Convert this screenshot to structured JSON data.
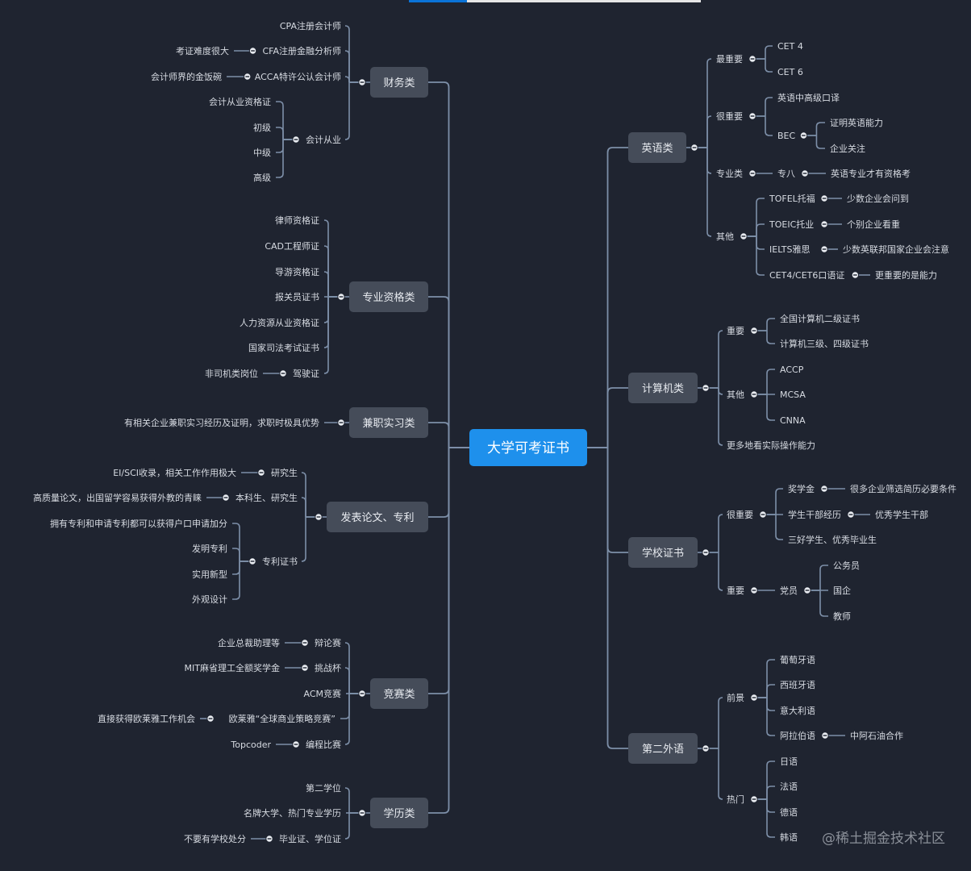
{
  "topbar": {
    "accent_color": "#0a73d8"
  },
  "watermark": "@稀土掘金技术社区",
  "colors": {
    "background": "#1f2430",
    "line": "#7d8fa8",
    "branch": "#454c59",
    "root": "#1e90ec"
  },
  "root": "大学可考证书",
  "right": [
    {
      "label": "英语类",
      "children": [
        {
          "label": "最重要",
          "children": [
            {
              "label": "CET 4"
            },
            {
              "label": "CET 6"
            }
          ]
        },
        {
          "label": "很重要",
          "children": [
            {
              "label": "英语中高级口译"
            },
            {
              "label": "BEC",
              "children": [
                {
                  "label": "证明英语能力"
                },
                {
                  "label": "企业关注"
                }
              ]
            }
          ]
        },
        {
          "label": "专业类",
          "children": [
            {
              "label": "专八",
              "children": [
                {
                  "label": "英语专业才有资格考"
                }
              ]
            }
          ]
        },
        {
          "label": "其他",
          "children": [
            {
              "label": "TOFEL托福",
              "children": [
                {
                  "label": "少数企业会问到"
                }
              ]
            },
            {
              "label": "TOEIC托业",
              "children": [
                {
                  "label": "个别企业看重"
                }
              ]
            },
            {
              "label": "IELTS雅思",
              "children": [
                {
                  "label": "少数英联邦国家企业会注意"
                }
              ]
            },
            {
              "label": "CET4/CET6口语证",
              "children": [
                {
                  "label": "更重要的是能力"
                }
              ]
            }
          ]
        }
      ]
    },
    {
      "label": "计算机类",
      "children": [
        {
          "label": "重要",
          "children": [
            {
              "label": "全国计算机二级证书"
            },
            {
              "label": "计算机三级、四级证书"
            }
          ]
        },
        {
          "label": "其他",
          "children": [
            {
              "label": "ACCP"
            },
            {
              "label": "MCSA"
            },
            {
              "label": "CNNA"
            }
          ]
        },
        {
          "label": "更多地看实际操作能力"
        }
      ]
    },
    {
      "label": "学校证书",
      "children": [
        {
          "label": "很重要",
          "children": [
            {
              "label": "奖学金",
              "children": [
                {
                  "label": "很多企业筛选简历必要条件"
                }
              ]
            },
            {
              "label": "学生干部经历",
              "children": [
                {
                  "label": "优秀学生干部"
                }
              ]
            },
            {
              "label": "三好学生、优秀毕业生"
            }
          ]
        },
        {
          "label": "重要",
          "children": [
            {
              "label": "党员",
              "children": [
                {
                  "label": "公务员"
                },
                {
                  "label": "国企"
                },
                {
                  "label": "教师"
                }
              ]
            }
          ]
        }
      ]
    },
    {
      "label": "第二外语",
      "children": [
        {
          "label": "前景",
          "children": [
            {
              "label": "葡萄牙语"
            },
            {
              "label": "西班牙语"
            },
            {
              "label": "意大利语"
            },
            {
              "label": "阿拉伯语",
              "children": [
                {
                  "label": "中阿石油合作"
                }
              ]
            }
          ]
        },
        {
          "label": "热门",
          "children": [
            {
              "label": "日语"
            },
            {
              "label": "法语"
            },
            {
              "label": "德语"
            },
            {
              "label": "韩语"
            }
          ]
        }
      ]
    }
  ],
  "left": [
    {
      "label": "财务类",
      "children": [
        {
          "label": "CPA注册会计师"
        },
        {
          "label": "CFA注册金融分析师",
          "children": [
            {
              "label": "考证难度很大"
            }
          ]
        },
        {
          "label": "ACCA特许公认会计师",
          "children": [
            {
              "label": "会计师界的金饭碗"
            }
          ]
        },
        {
          "label": "会计从业",
          "children": [
            {
              "label": "会计从业资格证"
            },
            {
              "label": "初级"
            },
            {
              "label": "中级"
            },
            {
              "label": "高级"
            }
          ]
        }
      ]
    },
    {
      "label": "专业资格类",
      "children": [
        {
          "label": "律师资格证"
        },
        {
          "label": "CAD工程师证"
        },
        {
          "label": "导游资格证"
        },
        {
          "label": "报关员证书"
        },
        {
          "label": "人力资源从业资格证"
        },
        {
          "label": "国家司法考试证书"
        },
        {
          "label": "驾驶证",
          "children": [
            {
              "label": "非司机类岗位"
            }
          ]
        }
      ]
    },
    {
      "label": "兼职实习类",
      "children": [
        {
          "label": "有相关企业兼职实习经历及证明，求职时极具优势"
        }
      ]
    },
    {
      "label": "发表论文、专利",
      "children": [
        {
          "label": "研究生",
          "children": [
            {
              "label": "EI/SCI收录，相关工作作用极大"
            }
          ]
        },
        {
          "label": "本科生、研究生",
          "children": [
            {
              "label": "高质量论文，出国留学容易获得外教的青睐"
            }
          ]
        },
        {
          "label": "专利证书",
          "children": [
            {
              "label": "拥有专利和申请专利都可以获得户口申请加分"
            },
            {
              "label": "发明专利"
            },
            {
              "label": "实用新型"
            },
            {
              "label": "外观设计"
            }
          ]
        }
      ]
    },
    {
      "label": "竞赛类",
      "children": [
        {
          "label": "辩论赛",
          "children": [
            {
              "label": "企业总裁助理等"
            }
          ]
        },
        {
          "label": "挑战杯",
          "children": [
            {
              "label": "MIT麻省理工全额奖学金"
            }
          ]
        },
        {
          "label": "ACM竞赛"
        },
        {
          "label": "欧莱雅“全球商业策略竞赛”",
          "children": [
            {
              "label": "直接获得欧莱雅工作机会"
            }
          ]
        },
        {
          "label": "编程比赛",
          "children": [
            {
              "label": "Topcoder"
            }
          ]
        }
      ]
    },
    {
      "label": "学历类",
      "children": [
        {
          "label": "第二学位"
        },
        {
          "label": "名牌大学、热门专业学历"
        },
        {
          "label": "毕业证、学位证",
          "children": [
            {
              "label": "不要有学校处分"
            }
          ]
        }
      ]
    }
  ]
}
